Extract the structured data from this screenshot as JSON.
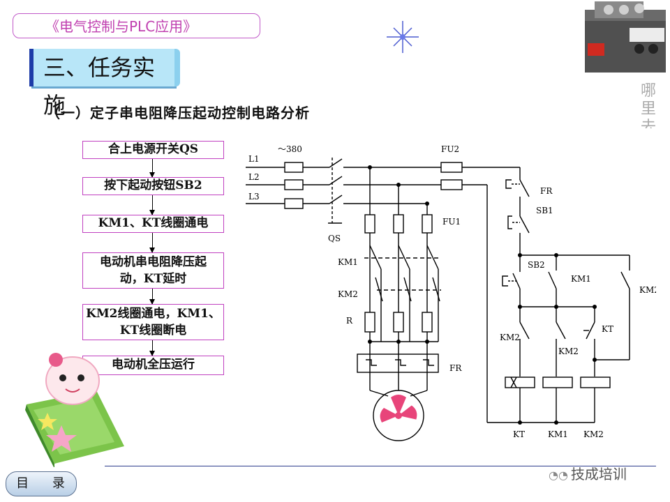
{
  "header": {
    "course_title": "《电气控制与PLC应用》",
    "section_title": "三、任务实施",
    "subtitle": "（一）定子串电阻降压起动控制电路分析",
    "side_text": "哪里去"
  },
  "flow": {
    "steps": [
      {
        "lines": [
          "合上电源开关QS"
        ]
      },
      {
        "lines": [
          "按下起动按钮SB2"
        ]
      },
      {
        "lines": [
          "KM1、KT线圈通电"
        ]
      },
      {
        "lines": [
          "电动机串电阻降压起",
          "动，KT延时"
        ]
      },
      {
        "lines": [
          "KM2线圈通电，KM1、",
          "KT线圈断电"
        ]
      },
      {
        "lines": [
          "电动机全压运行"
        ]
      }
    ]
  },
  "circuit": {
    "lines": [
      "L1",
      "L2",
      "L3"
    ],
    "voltage": "～380",
    "labels": {
      "qs": "QS",
      "fu1": "FU1",
      "fu2": "FU2",
      "km1": "KM1",
      "km2": "KM2",
      "r": "R",
      "fr": "FR",
      "sb1": "SB1",
      "sb2": "SB2",
      "kt": "KT"
    },
    "coil_labels": [
      "KT",
      "KM1",
      "KM2"
    ]
  },
  "footer": {
    "toc_button": "目 录",
    "watermark": "技成培训"
  },
  "colors": {
    "accent": "#c040c0",
    "fan": "#e8457a",
    "section_bg": "#b8e6f8"
  }
}
